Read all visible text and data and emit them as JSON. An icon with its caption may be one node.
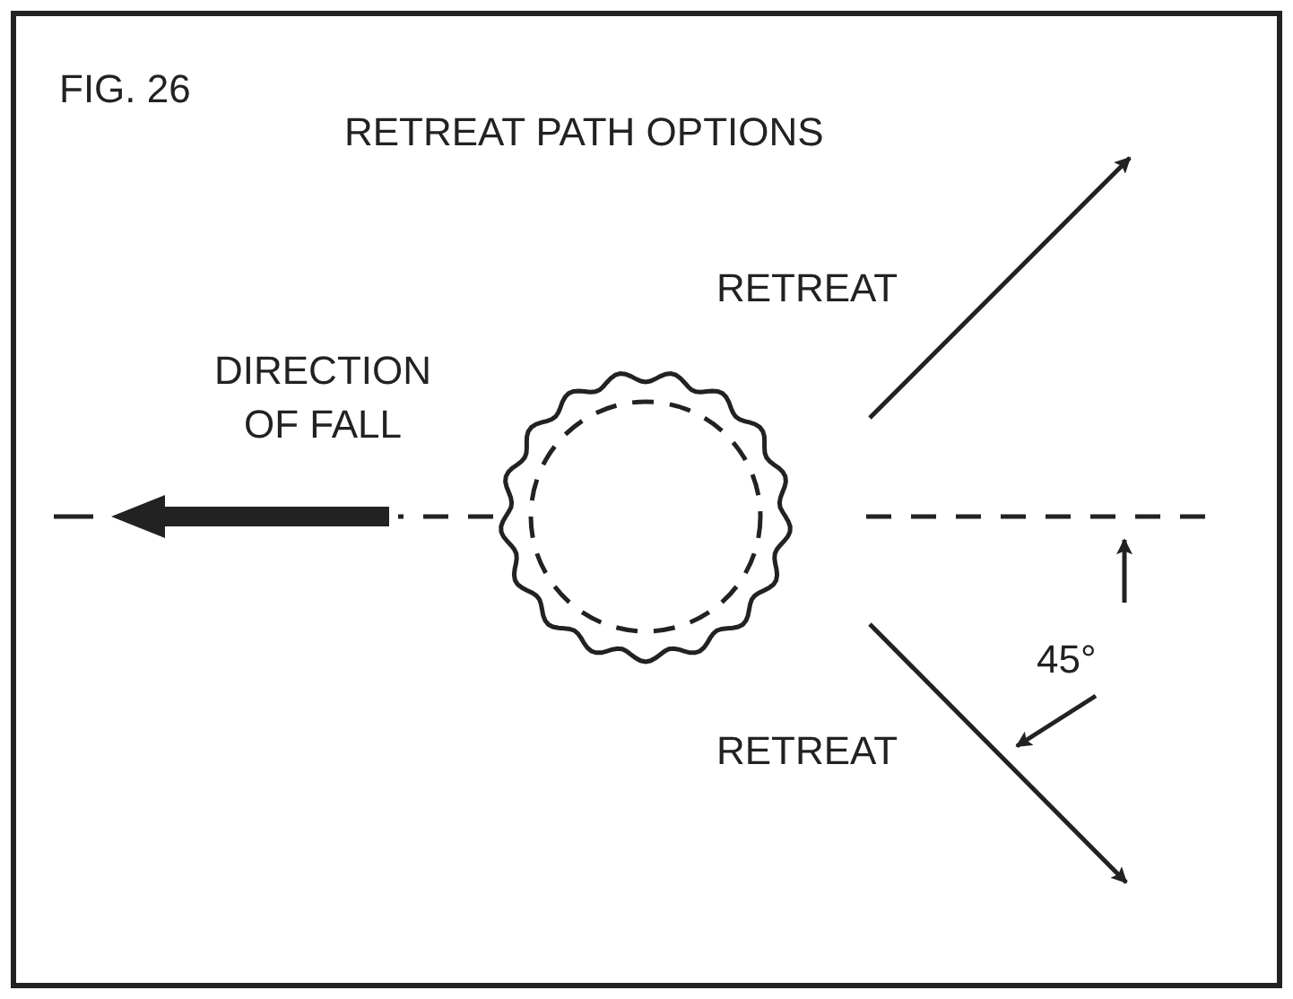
{
  "diagram": {
    "title": "RETREAT PATH OPTIONS",
    "labels": [
      "FIG. 26",
      "RETREAT",
      "DIRECTION OF FALL",
      "45°",
      "RETREAT"
    ]
  }
}
